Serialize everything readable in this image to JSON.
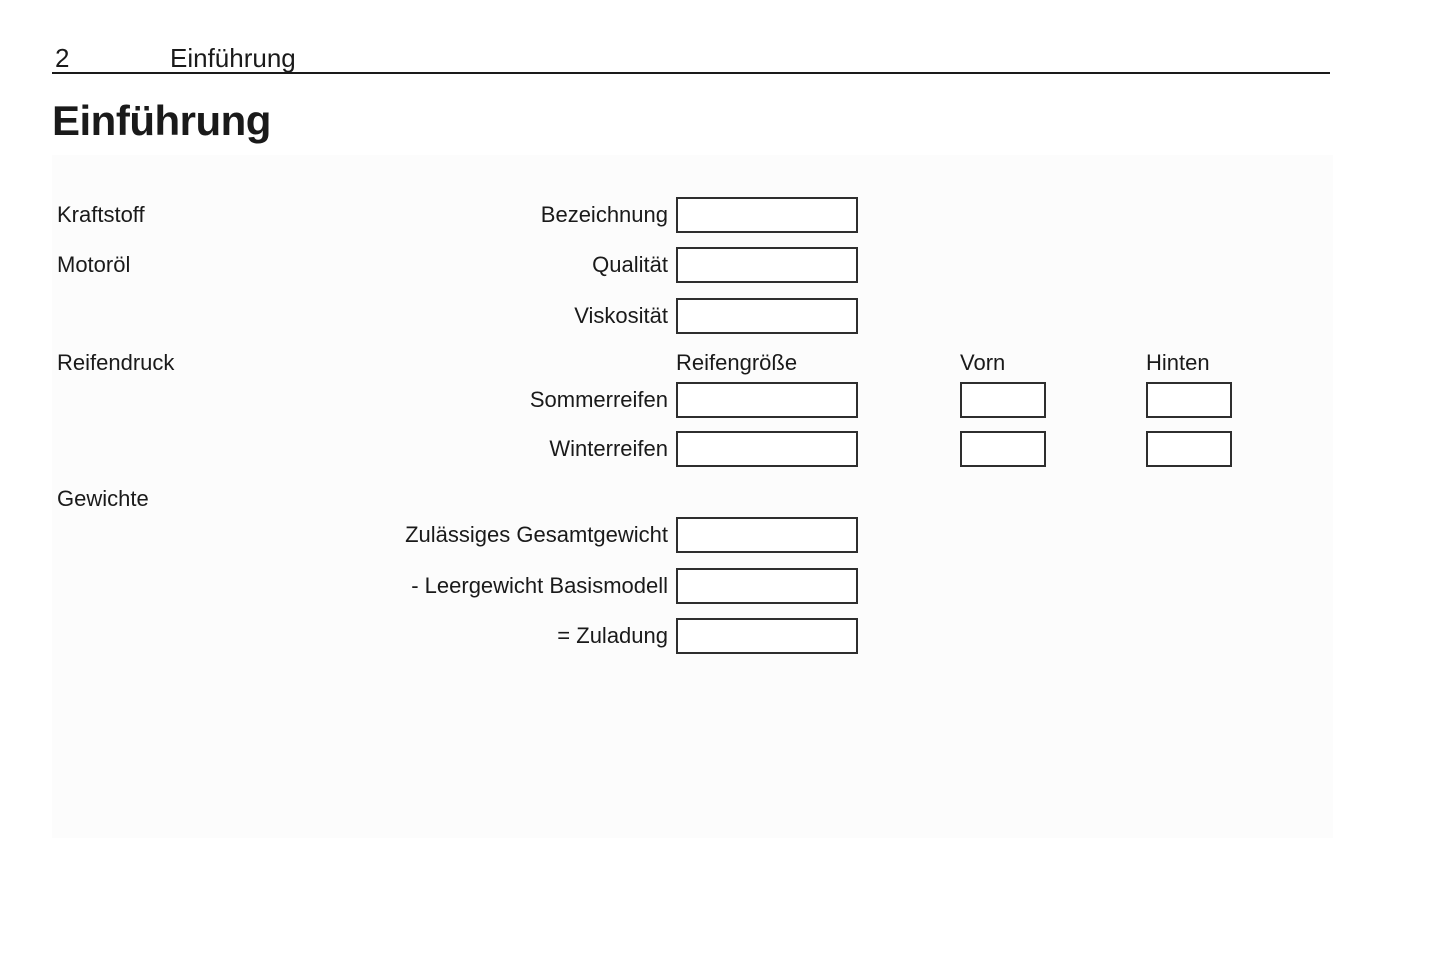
{
  "page": {
    "number": "2",
    "running_title": "Einführung",
    "title": "Einführung"
  },
  "sections": {
    "kraftstoff": "Kraftstoff",
    "motoroel": "Motoröl",
    "reifendruck": "Reifendruck",
    "gewichte": "Gewichte"
  },
  "columns": {
    "reifengroesse": "Reifengröße",
    "vorn": "Vorn",
    "hinten": "Hinten"
  },
  "fields": {
    "bezeichnung": {
      "label": "Bezeichnung",
      "value": ""
    },
    "qualitaet": {
      "label": "Qualität",
      "value": ""
    },
    "viskositaet": {
      "label": "Viskosität",
      "value": ""
    },
    "sommerreifen": {
      "label": "Sommerreifen",
      "reifengroesse": "",
      "vorn": "",
      "hinten": ""
    },
    "winterreifen": {
      "label": "Winterreifen",
      "reifengroesse": "",
      "vorn": "",
      "hinten": ""
    },
    "gesamtgewicht": {
      "label": "Zulässiges Gesamtgewicht",
      "value": ""
    },
    "leergewicht": {
      "label": "- Leergewicht Basismodell",
      "value": ""
    },
    "zuladung": {
      "label": "= Zuladung",
      "value": ""
    }
  },
  "colors": {
    "text": "#1a1a1a",
    "box_border": "#2e2e2e",
    "panel_background": "#fcfcfc",
    "page_background": "#ffffff"
  }
}
